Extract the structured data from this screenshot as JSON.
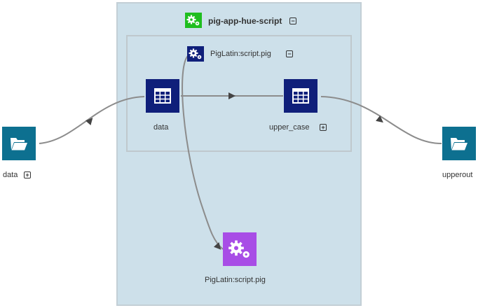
{
  "colors": {
    "group_fill": "#cde0ea",
    "group_border": "#c3cfd6",
    "dataset_fill": "#0f1f7a",
    "folder_fill": "#0d7090",
    "job_green": "#1fbe1f",
    "job_purple": "#a84de6",
    "edge": "#8c8c8c"
  },
  "outer_group": {
    "title": "pig-app-hue-script",
    "icon": "gears-icon",
    "toggle": "collapse"
  },
  "inner_group": {
    "title": "PigLatin:script.pig",
    "icon": "gears-icon",
    "toggle": "collapse"
  },
  "nodes": {
    "data_source": {
      "label": "data",
      "icon": "folder-icon",
      "toggle": "expand"
    },
    "data_table": {
      "label": "data",
      "icon": "table-icon"
    },
    "upper_case_table": {
      "label": "upper_case",
      "icon": "table-icon",
      "toggle": "expand"
    },
    "upperout": {
      "label": "upperout",
      "icon": "folder-icon"
    },
    "script_job": {
      "label": "PigLatin:script.pig",
      "icon": "gears-icon"
    }
  }
}
